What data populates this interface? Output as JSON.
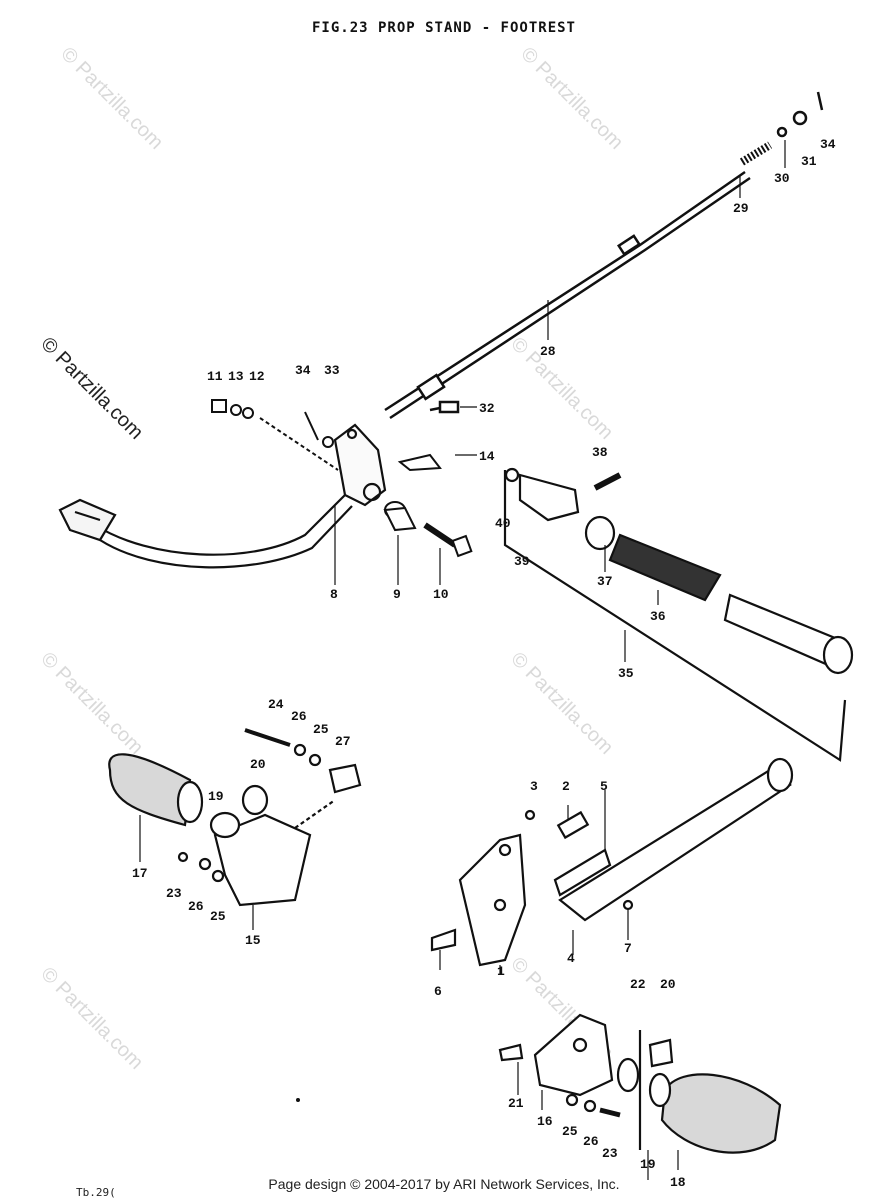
{
  "title": "FIG.23  PROP STAND - FOOTREST",
  "footer": "Page design © 2004-2017 by ARI Network Services, Inc.",
  "corner_code": "Tb.29(",
  "watermark": "© Partzilla.com",
  "callouts": [
    "1",
    "2",
    "3",
    "4",
    "5",
    "6",
    "7",
    "8",
    "9",
    "10",
    "11",
    "13",
    "12",
    "34",
    "33",
    "14",
    "38",
    "40",
    "39",
    "37",
    "36",
    "35",
    "17",
    "23",
    "26",
    "25",
    "15",
    "24",
    "26",
    "25",
    "27",
    "20",
    "19",
    "21",
    "16",
    "25",
    "26",
    "23",
    "19",
    "18",
    "22",
    "20",
    "28",
    "29",
    "30",
    "31",
    "34",
    "32"
  ]
}
